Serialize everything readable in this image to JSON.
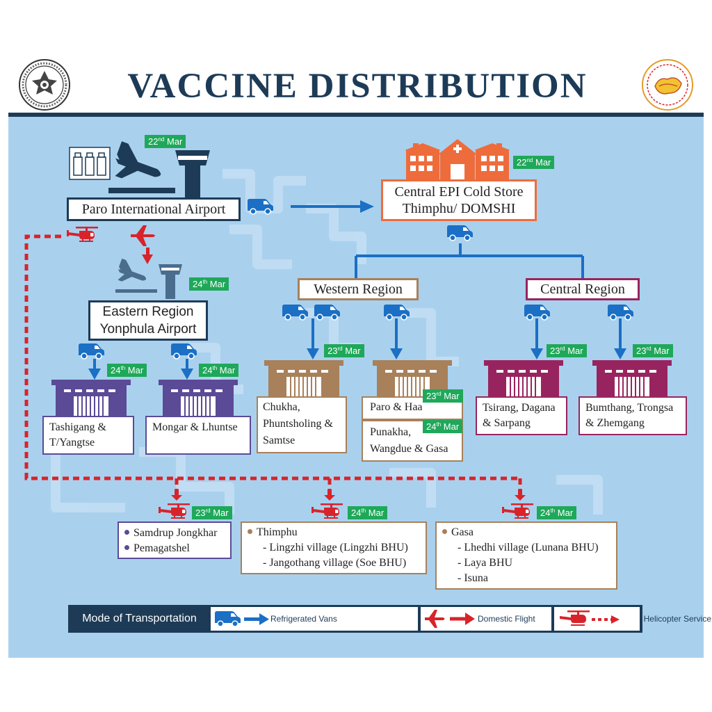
{
  "title": "VACCINE  DISTRIBUTION  PLAN",
  "colors": {
    "navy": "#1d3b57",
    "panel": "#a9d1ee",
    "blue_arrow": "#1b6fc4",
    "date_green": "#1fa85a",
    "helicopter_red": "#d8232a",
    "central_store_orange": "#ee6c3c",
    "eastern_purple": "#5b4a96",
    "western_brown": "#a8805a",
    "central_magenta": "#98245f"
  },
  "central_store": {
    "label_line1": "Central EPI Cold Store",
    "label_line2": "Thimphu/ DOMSHI",
    "date": {
      "day": "22",
      "suffix": "nd",
      "month": "Mar"
    }
  },
  "paro": {
    "label": "Paro International Airport",
    "date": {
      "day": "22",
      "suffix": "nd",
      "month": "Mar"
    }
  },
  "eastern": {
    "label_line1": "Eastern Region",
    "label_line2": "Yonphula Airport",
    "date": {
      "day": "24",
      "suffix": "th",
      "month": "Mar"
    }
  },
  "western": {
    "label": "Western Region"
  },
  "central": {
    "label": "Central Region"
  },
  "warehouses": {
    "tashigang": {
      "lines": [
        "Tashigang &",
        "T/Yangtse"
      ],
      "date": {
        "day": "24",
        "suffix": "th",
        "month": "Mar"
      }
    },
    "mongar": {
      "lines": [
        "Mongar & Lhuntse"
      ],
      "date": {
        "day": "24",
        "suffix": "th",
        "month": "Mar"
      }
    },
    "chukha": {
      "lines": [
        "Chukha,",
        "Phuntsholing &",
        "Samtse"
      ],
      "date": {
        "day": "23",
        "suffix": "rd",
        "month": "Mar"
      }
    },
    "paro_haa": {
      "lines": [
        "Paro & Haa"
      ],
      "date": {
        "day": "23",
        "suffix": "rd",
        "month": "Mar"
      }
    },
    "punakha": {
      "lines": [
        "Punakha,",
        "Wangdue & Gasa"
      ],
      "date": {
        "day": "24",
        "suffix": "th",
        "month": "Mar"
      }
    },
    "tsirang": {
      "lines": [
        "Tsirang, Dagana",
        "& Sarpang"
      ],
      "date": {
        "day": "23",
        "suffix": "rd",
        "month": "Mar"
      }
    },
    "bumthang": {
      "lines": [
        "Bumthang, Trongsa",
        "& Zhemgang"
      ],
      "date": {
        "day": "23",
        "suffix": "rd",
        "month": "Mar"
      }
    }
  },
  "heli": {
    "samdrup": {
      "items": [
        "Samdrup Jongkhar",
        "Pemagatshel"
      ],
      "date": {
        "day": "23",
        "suffix": "rd",
        "month": "Mar"
      }
    },
    "thimphu": {
      "head": "Thimphu",
      "subs": [
        "- Lingzhi village (Lingzhi BHU)",
        "- Jangothang village (Soe BHU)"
      ],
      "date": {
        "day": "24",
        "suffix": "th",
        "month": "Mar"
      }
    },
    "gasa": {
      "head": "Gasa",
      "subs": [
        "- Lhedhi village (Lunana BHU)",
        "- Laya BHU",
        "- Isuna"
      ],
      "date": {
        "day": "24",
        "suffix": "th",
        "month": "Mar"
      }
    }
  },
  "legend": {
    "title": "Mode of Transportation",
    "vans": "Refrigerated Vans",
    "flight": "Domestic Flight",
    "heli": "Helicopter Service"
  },
  "icons": [
    "van-icon",
    "airplane-icon",
    "helicopter-icon",
    "control-tower-icon",
    "vaccine-vials-icon",
    "warehouse-icon",
    "cold-store-building-icon",
    "emblem-logo",
    "our-gyalsey-logo"
  ]
}
